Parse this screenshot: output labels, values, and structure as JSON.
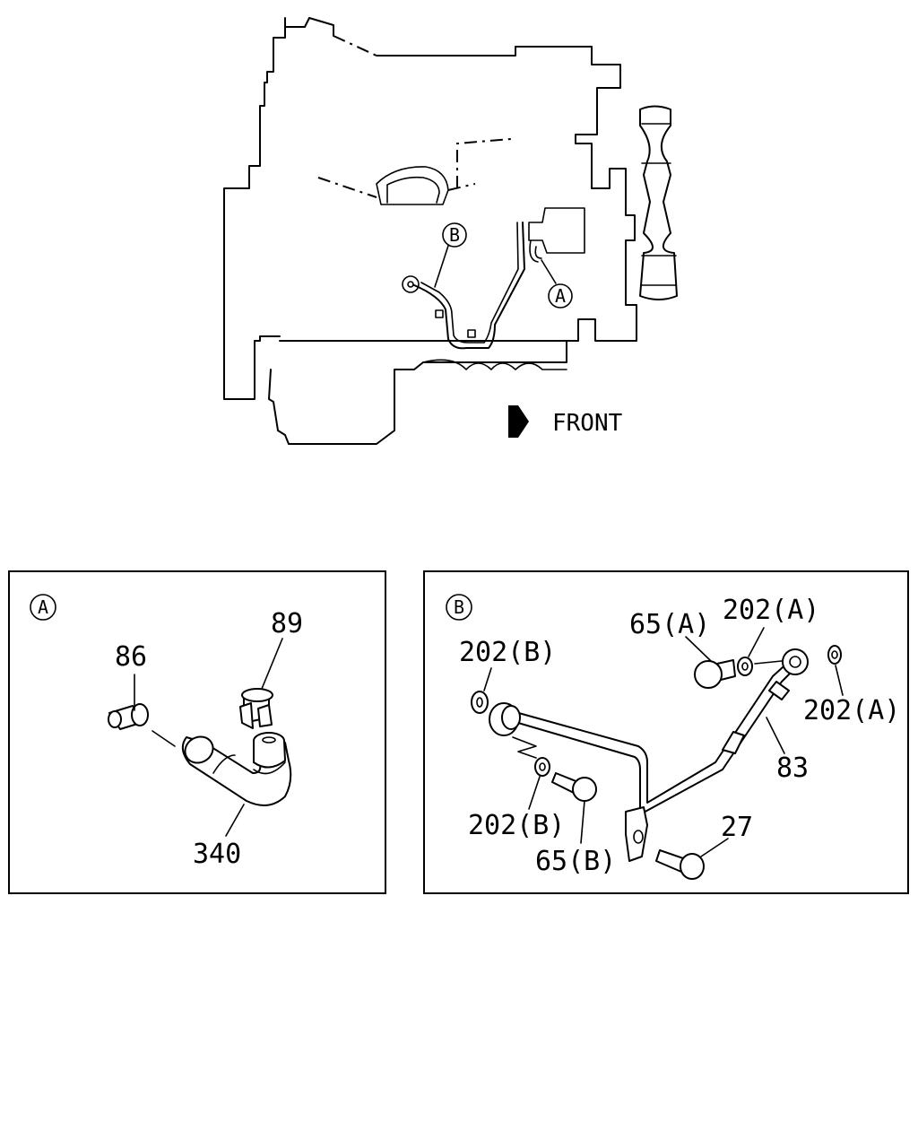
{
  "overview": {
    "front_label": "FRONT",
    "callout_a": "A",
    "callout_b": "B"
  },
  "detail_a": {
    "marker": "A",
    "labels": [
      "86",
      "89",
      "340"
    ]
  },
  "detail_b": {
    "marker": "B",
    "labels": [
      "65(A)",
      "202(A)",
      "202(B)",
      "202(A)",
      "83",
      "202(B)",
      "65(B)",
      "27"
    ]
  }
}
